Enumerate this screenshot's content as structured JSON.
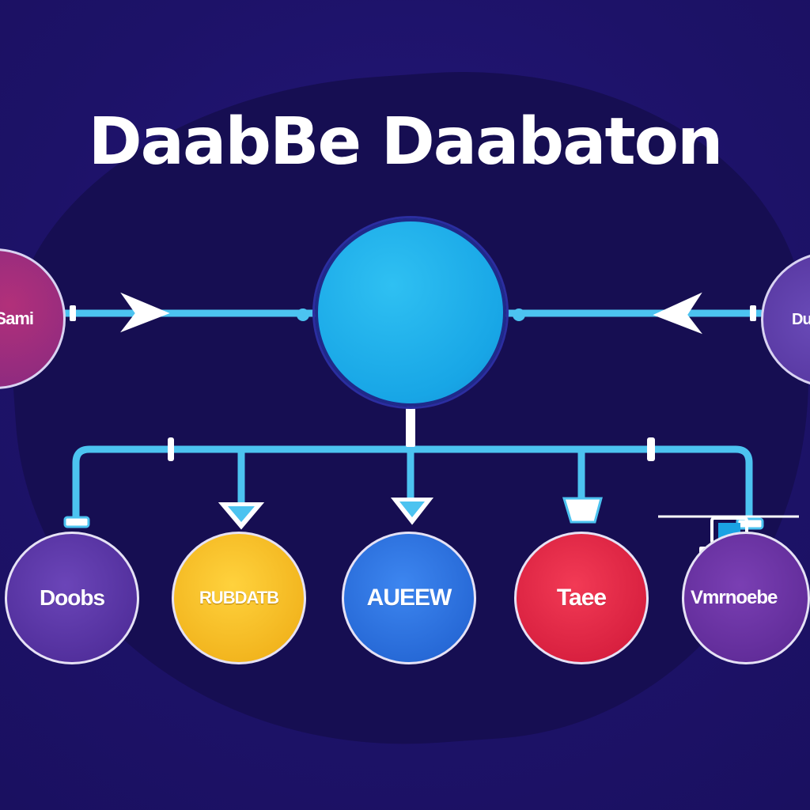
{
  "title": "DaabBe Daabaton",
  "hub": {
    "icon": "laptop-icon"
  },
  "left_node": {
    "label": "Sami"
  },
  "right_node": {
    "label": "Du"
  },
  "bottom_nodes": [
    {
      "label": "Doobs",
      "color": "#5a36a8"
    },
    {
      "label": "RUBDATB",
      "color": "#f5c02a"
    },
    {
      "label": "AUEEW",
      "color": "#2b72de"
    },
    {
      "label": "Taee",
      "color": "#e32a48"
    },
    {
      "label": "Vmrnoebe",
      "color": "#6a33a2"
    }
  ],
  "colors": {
    "background": "#1f1470",
    "panel": "#160e52",
    "connector": "#4cc3f0",
    "hub": "#1fb0ec"
  }
}
